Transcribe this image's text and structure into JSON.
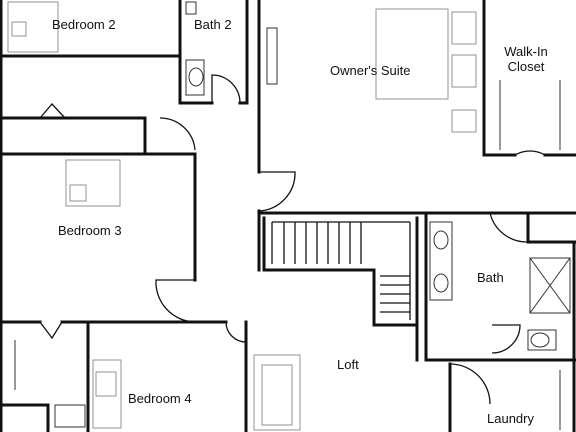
{
  "floor_plan": {
    "rooms": {
      "bedroom_2": "Bedroom 2",
      "bath_2": "Bath 2",
      "owners_suite": "Owner's Suite",
      "walk_in_closet_line1": "Walk-In",
      "walk_in_closet_line2": "Closet",
      "bedroom_3": "Bedroom 3",
      "bath": "Bath",
      "loft": "Loft",
      "bedroom_4": "Bedroom 4",
      "laundry": "Laundry"
    }
  }
}
